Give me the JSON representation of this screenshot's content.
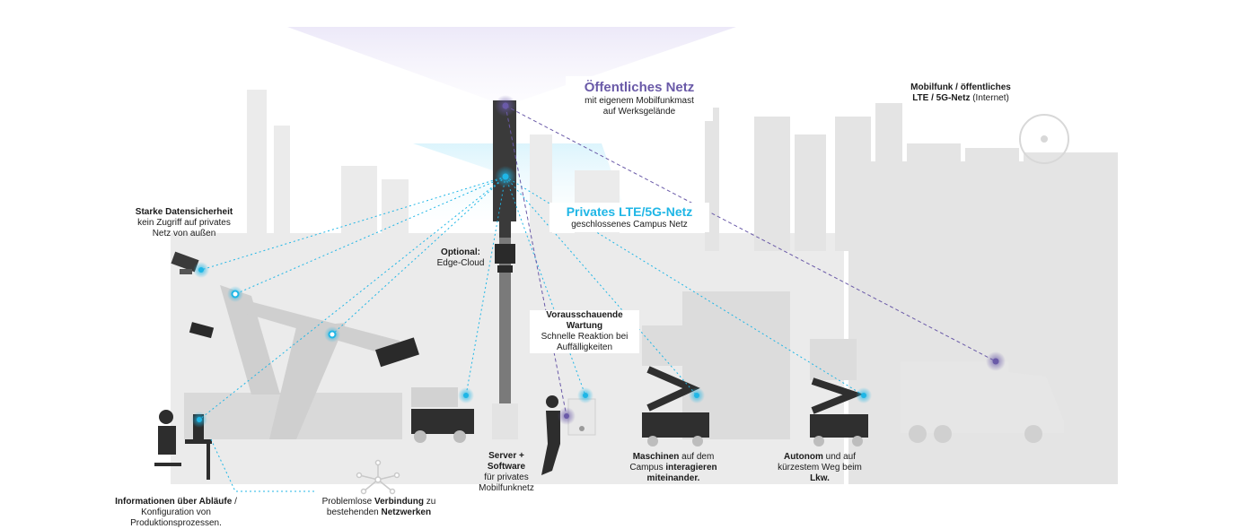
{
  "colors": {
    "public_network": "#6a5aa8",
    "private_network": "#1fb6e6",
    "silhouette": "#e6e6e6",
    "machine": "#d8d8d8",
    "dark": "#3a3a3a"
  },
  "public_network": {
    "title": "Öffentliches Netz",
    "line1": "mit eigenem Mobilfunkmast",
    "line2": "auf Werksgelände"
  },
  "mobile_internet": {
    "line1": "Mobilfunk / öffentliches",
    "line2_bold": "LTE / 5G-Netz",
    "line2_rest": " (Internet)"
  },
  "private_network": {
    "title": "Privates LTE/5G-Netz",
    "subtitle": "geschlossenes Campus Netz"
  },
  "security": {
    "line1": "Starke Datensicherheit",
    "line2": "kein Zugriff auf privates",
    "line3": "Netz von außen"
  },
  "edge_cloud": {
    "line1": "Optional:",
    "line2": "Edge-Cloud"
  },
  "maintenance": {
    "line1": "Vorausschauende",
    "line2": "Wartung",
    "line3": "Schnelle Reaktion bei",
    "line4": "Auffälligkeiten"
  },
  "server": {
    "line1": "Server +",
    "line2": "Software",
    "line3": "für privates",
    "line4": "Mobilfunknetz"
  },
  "machines": {
    "line1_bold": "Maschinen",
    "line1_rest": " auf dem",
    "line2_pre": "Campus ",
    "line2_bold": "interagieren",
    "line3": "miteinander."
  },
  "autonomous": {
    "line1_bold": "Autonom",
    "line1_rest": " und auf",
    "line2": "kürzestem Weg beim",
    "line3": "Lkw."
  },
  "info": {
    "line1_bold": "Informationen über Abläufe",
    "line1_rest": " /",
    "line2": "Konfiguration von",
    "line3": "Produktionsprozessen."
  },
  "connection": {
    "line1_pre": "Problemlose ",
    "line1_bold": "Verbindung",
    "line1_rest": " zu",
    "line2_pre": "bestehenden ",
    "line2_bold": "Netzwerken"
  }
}
